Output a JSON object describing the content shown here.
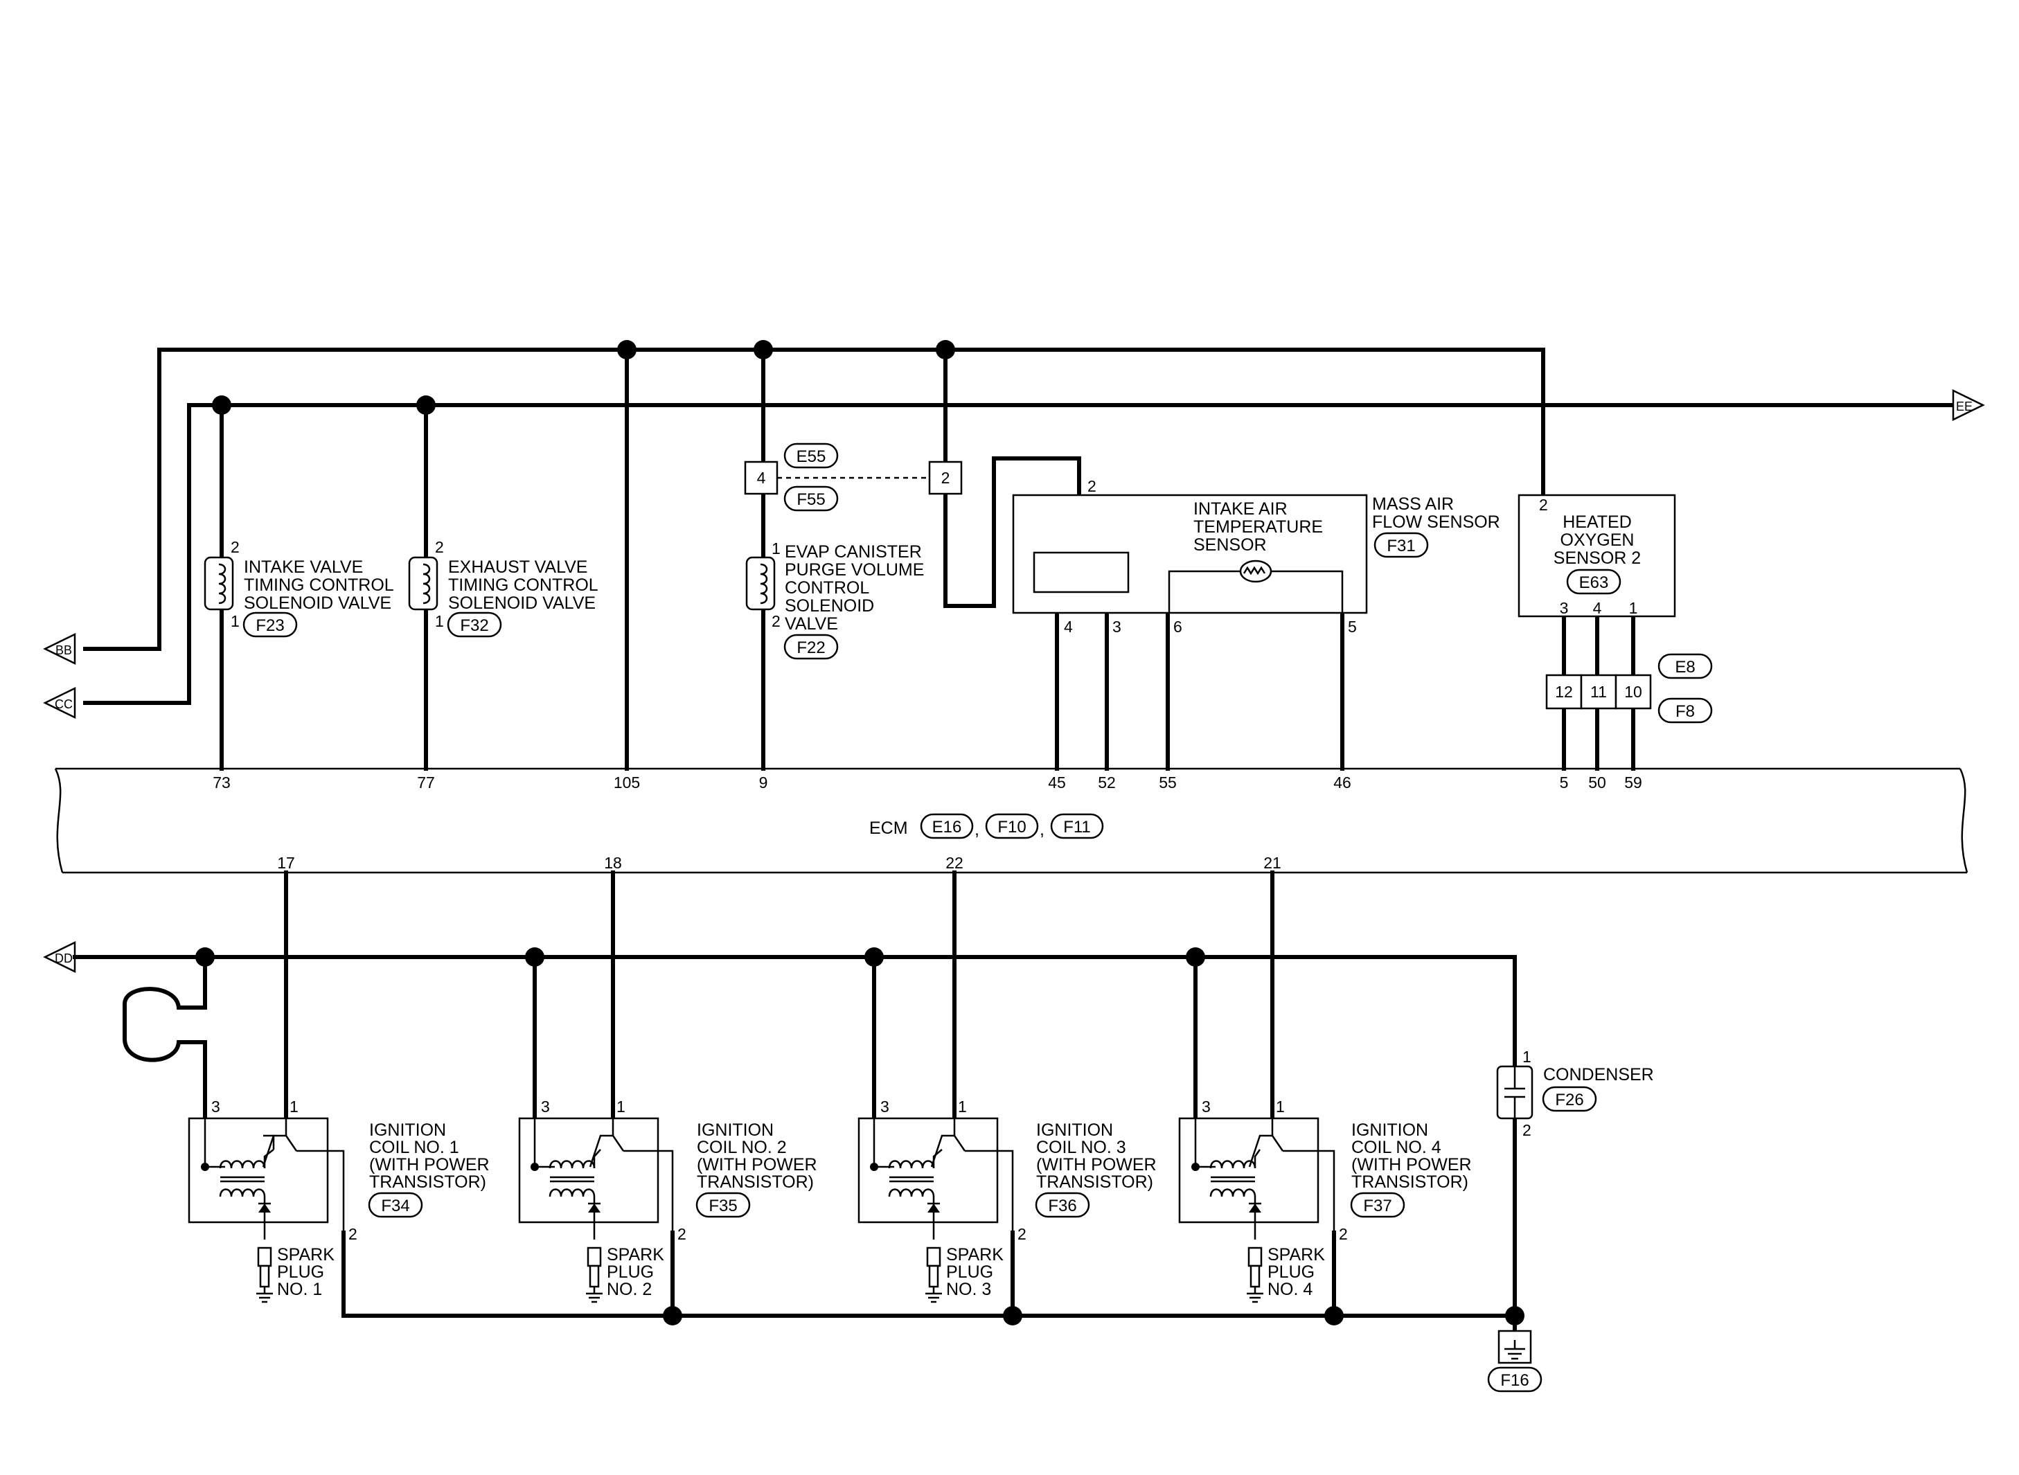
{
  "ecm": {
    "label": "ECM",
    "connectors": [
      "E16",
      "F10",
      "F11"
    ]
  },
  "harness": {
    "bb": "BB",
    "cc": "CC",
    "dd": "DD",
    "ee": "EE"
  },
  "ecm_pins_top": [
    "73",
    "77",
    "105",
    "9",
    "45",
    "52",
    "55",
    "46",
    "5",
    "50",
    "59"
  ],
  "ecm_pins_bottom": [
    "17",
    "18",
    "22",
    "21"
  ],
  "intake_valve": {
    "line1": "INTAKE VALVE",
    "line2": "TIMING CONTROL",
    "line3": "SOLENOID VALVE",
    "connector": "F23",
    "pin_top": "2",
    "pin_bottom": "1"
  },
  "exhaust_valve": {
    "line1": "EXHAUST VALVE",
    "line2": "TIMING CONTROL",
    "line3": "SOLENOID VALVE",
    "connector": "F32",
    "pin_top": "2",
    "pin_bottom": "1"
  },
  "evap": {
    "line1": "EVAP CANISTER",
    "line2": "PURGE VOLUME",
    "line3": "CONTROL",
    "line4": "SOLENOID",
    "line5": "VALVE",
    "connector": "F22",
    "pin_top": "1",
    "pin_bottom": "2"
  },
  "joint": {
    "pin_left": "4",
    "pin_right": "2",
    "conn_a": "E55",
    "conn_b": "F55"
  },
  "maf": {
    "line1": "MASS AIR",
    "line2": "FLOW SENSOR",
    "connector": "F31",
    "iat1": "INTAKE AIR",
    "iat2": "TEMPERATURE",
    "iat3": "SENSOR",
    "pin_top": "2",
    "pins": [
      "4",
      "3",
      "6",
      "5"
    ]
  },
  "ho2s": {
    "line1": "HEATED",
    "line2": "OXYGEN",
    "line3": "SENSOR 2",
    "connector": "E63",
    "pin_top": "2",
    "pins": [
      "3",
      "4",
      "1"
    ]
  },
  "inline_conn": {
    "pins": [
      "12",
      "11",
      "10"
    ],
    "conn_a": "E8",
    "conn_b": "F8"
  },
  "coils": [
    {
      "line1": "IGNITION",
      "line2": "COIL NO. 1",
      "line3": "(WITH POWER",
      "line4": "TRANSISTOR)",
      "connector": "F34",
      "plug1": "SPARK",
      "plug2": "PLUG",
      "plug3": "NO. 1"
    },
    {
      "line1": "IGNITION",
      "line2": "COIL NO. 2",
      "line3": "(WITH POWER",
      "line4": "TRANSISTOR)",
      "connector": "F35",
      "plug1": "SPARK",
      "plug2": "PLUG",
      "plug3": "NO. 2"
    },
    {
      "line1": "IGNITION",
      "line2": "COIL NO. 3",
      "line3": "(WITH POWER",
      "line4": "TRANSISTOR)",
      "connector": "F36",
      "plug1": "SPARK",
      "plug2": "PLUG",
      "plug3": "NO. 3"
    },
    {
      "line1": "IGNITION",
      "line2": "COIL NO. 4",
      "line3": "(WITH POWER",
      "line4": "TRANSISTOR)",
      "connector": "F37",
      "plug1": "SPARK",
      "plug2": "PLUG",
      "plug3": "NO. 4"
    }
  ],
  "coil_pins": {
    "p3": "3",
    "p1": "1",
    "p2": "2"
  },
  "condenser": {
    "label": "CONDENSER",
    "connector": "F26",
    "pin_top": "1",
    "pin_bottom": "2"
  },
  "ground": {
    "connector": "F16"
  }
}
